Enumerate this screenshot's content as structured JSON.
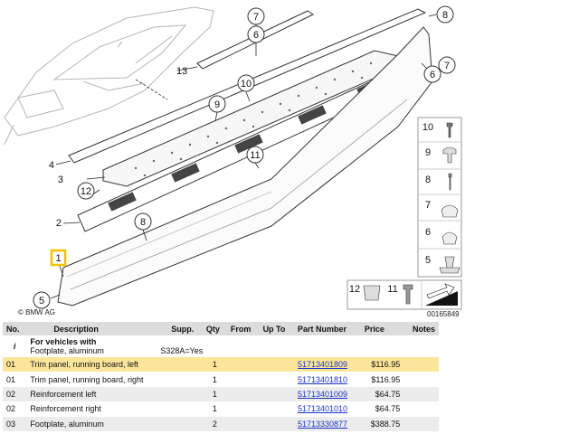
{
  "diagram": {
    "callouts": [
      "7",
      "6",
      "13",
      "10",
      "9",
      "8",
      "6",
      "7",
      "11",
      "12",
      "4",
      "3",
      "2",
      "8",
      "1",
      "5",
      "10",
      "9",
      "8",
      "7",
      "6",
      "5",
      "12",
      "11"
    ],
    "copyright": "© BMW AG",
    "reference": "00165849"
  },
  "table": {
    "headers": [
      "No.",
      "Description",
      "Supp.",
      "Qty",
      "From",
      "Up To",
      "Part Number",
      "Price",
      "Notes"
    ],
    "group": {
      "no": "i",
      "title": "For vehicles with",
      "subtitle": "Footplate, aluminum",
      "supp": "S328A=Yes"
    },
    "rows": [
      {
        "no": "01",
        "description": "Trim panel, running board, left",
        "qty": "1",
        "part_number": "51713401809",
        "price": "$116.95",
        "selected": true
      },
      {
        "no": "01",
        "description": "Trim panel, running board, right",
        "qty": "1",
        "part_number": "51713401810",
        "price": "$116.95",
        "selected": false
      },
      {
        "no": "02",
        "description": "Reinforcement left",
        "qty": "1",
        "part_number": "51713401009",
        "price": "$64.75",
        "selected": false
      },
      {
        "no": "02",
        "description": "Reinforcement right",
        "qty": "1",
        "part_number": "51713401010",
        "price": "$64.75",
        "selected": false
      },
      {
        "no": "03",
        "description": "Footplate, aluminum",
        "qty": "2",
        "part_number": "51713330877",
        "price": "$388.75",
        "selected": false
      }
    ]
  },
  "colors": {
    "highlight_row": "#fbe59a",
    "highlight_box": "#f2c200",
    "link": "#1a33c8",
    "header_bg": "#dcdcdc"
  }
}
